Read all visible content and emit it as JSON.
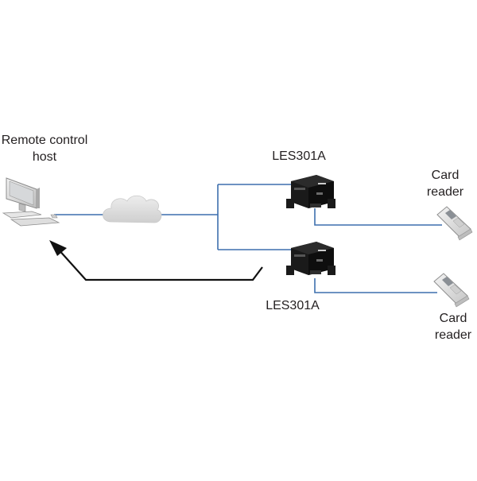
{
  "labels": {
    "host_line1": "Remote control",
    "host_line2": "host",
    "device_top": "LES301A",
    "device_bottom": "LES301A",
    "reader_top_line1": "Card",
    "reader_top_line2": "reader",
    "reader_bottom_line1": "Card",
    "reader_bottom_line2": "reader"
  },
  "colors": {
    "link": "#3d6fae",
    "arrow": "#111111",
    "device_body": "#1a1a1a",
    "cloud": "#e2e2e2"
  }
}
